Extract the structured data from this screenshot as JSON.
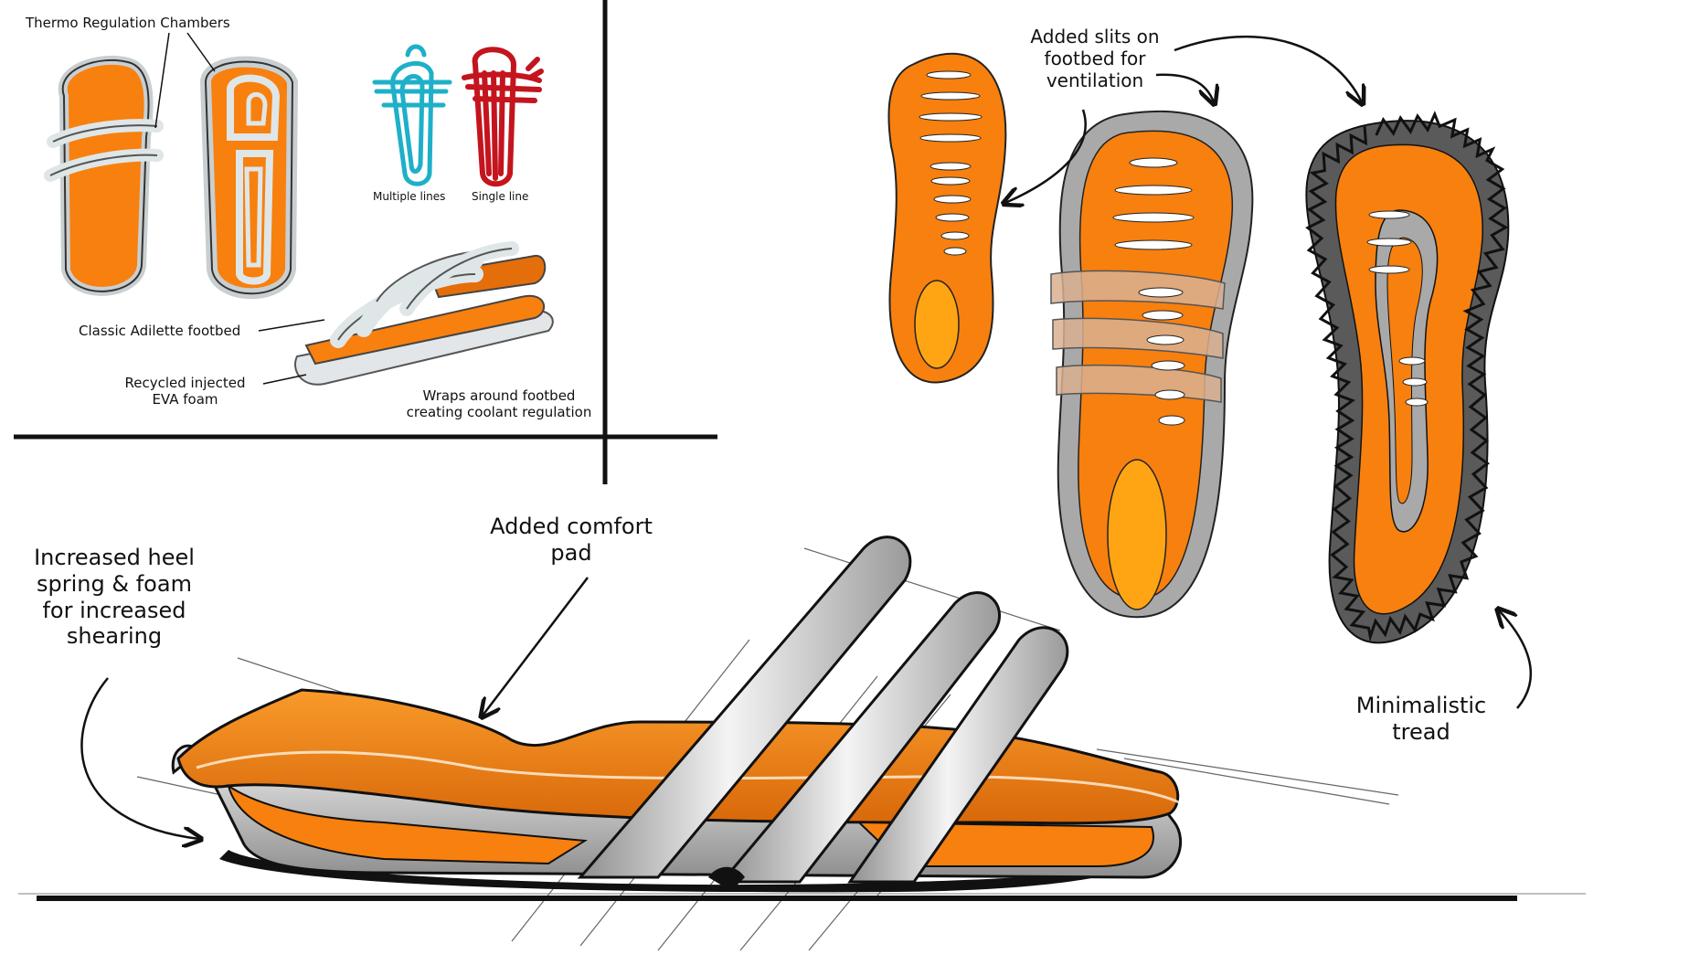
{
  "labels": {
    "thermo": "Thermo Regulation Chambers",
    "multiple_lines": "Multiple lines",
    "single_line": "Single line",
    "classic": "Classic Adilette footbed",
    "recycled_1": "Recycled injected",
    "recycled_2": "EVA foam",
    "wraps_1": "Wraps around footbed",
    "wraps_2": "creating coolant regulation",
    "slits_1": "Added slits on",
    "slits_2": "footbed for",
    "slits_3": "ventilation",
    "heel_1": "Increased heel",
    "heel_2": "spring & foam",
    "heel_3": "for increased",
    "heel_4": "shearing",
    "comfort_1": "Added comfort",
    "comfort_2": "pad",
    "tread_1": "Minimalistic",
    "tread_2": "tread"
  },
  "colors": {
    "orange": "#f7800f",
    "orange_dark": "#d96a08",
    "heel_yellow": "#ffa514",
    "gray": "#a9a9a9",
    "light_gray": "#dcdcdc",
    "cyan": "#1eb0c8",
    "red": "#c4141e",
    "ink": "#111111"
  }
}
